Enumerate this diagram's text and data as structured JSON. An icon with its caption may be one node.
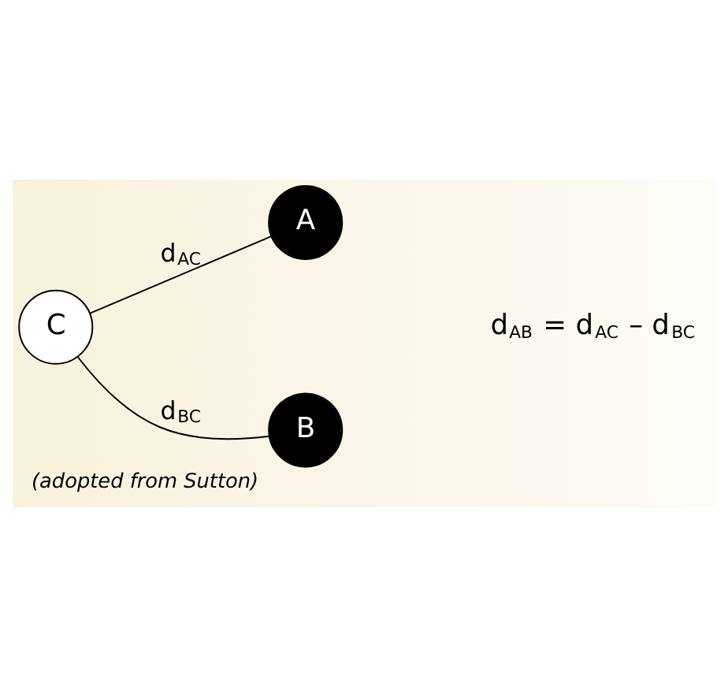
{
  "diagram": {
    "caption": "(adopted from Sutton)",
    "nodes": [
      {
        "text": [
          "A"
        ]
      },
      {
        "text": [
          "C"
        ]
      },
      {
        "text": [
          "B"
        ]
      }
    ],
    "edges": [
      {
        "from": 1,
        "to": 0,
        "arrow": "none",
        "label": "d$_{AC}$"
      },
      {
        "from": 1,
        "to": 2,
        "arrow": "none",
        "label": "d$_{BC}$"
      }
    ],
    "labels": [
      "d$_{AB}$ = d$_{AC}$ – d$_{BC}$"
    ]
  }
}
